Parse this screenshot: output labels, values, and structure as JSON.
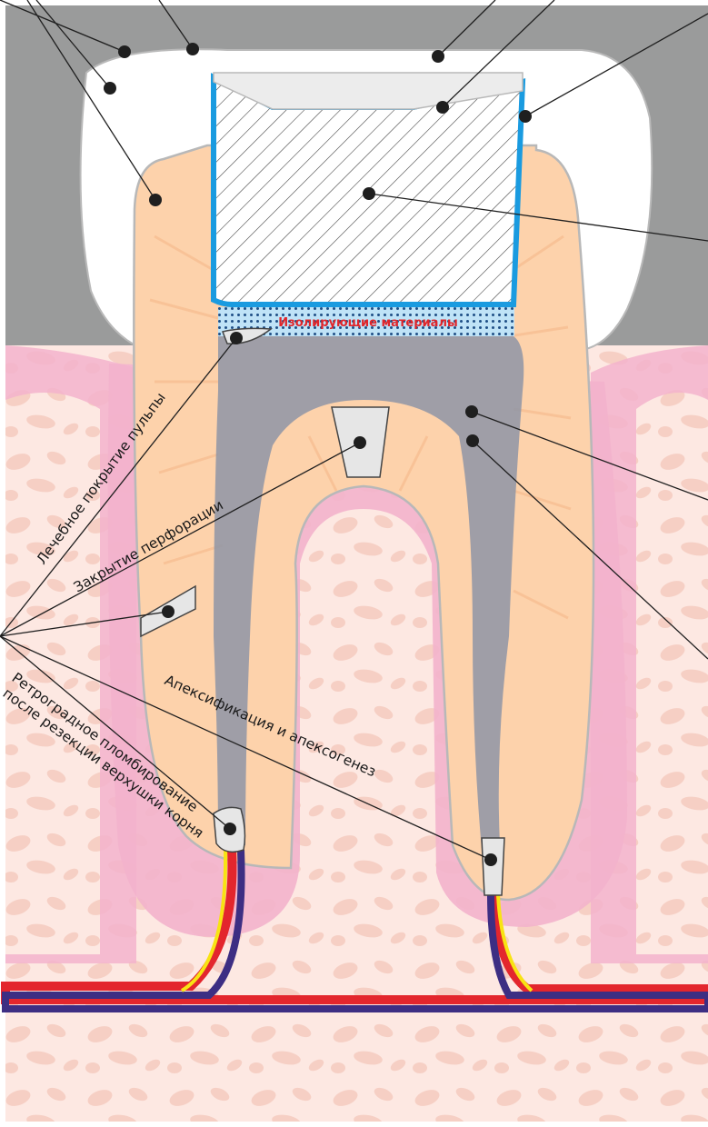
{
  "labels": {
    "insulating_materials": "Изолирующие материалы",
    "pulp_capping": "Лечебное покрытие пульпы",
    "perforation_closure": "Закрытие перфорации",
    "retrograde_filling_line1": "Ретроградное пломбирование",
    "retrograde_filling_line2": "после резекции верхушки корня",
    "apexification": "Апексификация и апексогенез"
  },
  "colors": {
    "background_gray": "#9a9b9b",
    "enamel": "#ffffff",
    "dentin": "#fdd2ab",
    "pulp": "#8e95a6",
    "liner_blue": "#1a9be0",
    "gum": "#f3b3cc",
    "bone": "#fde8e2",
    "artery": "#e3262d",
    "vein": "#3d2e83",
    "nerve": "#f8e313",
    "label_red": "#e0252a"
  }
}
